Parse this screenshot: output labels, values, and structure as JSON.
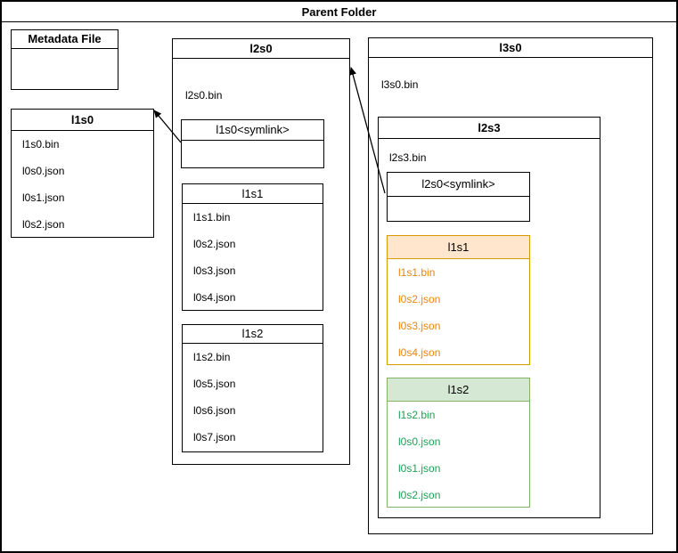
{
  "title": "Parent Folder",
  "colors": {
    "line": "#000000",
    "orange_border": "#D79B00",
    "orange_fill": "#FFE6CC",
    "orange_text": "#E8860D",
    "green_border": "#82B366",
    "green_fill": "#D5E8D4",
    "green_text": "#1FA055"
  },
  "metadata_file": {
    "title": "Metadata File"
  },
  "l1s0": {
    "title": "l1s0",
    "files": [
      "l1s0.bin",
      "l0s0.json",
      "l0s1.json",
      "l0s2.json"
    ]
  },
  "l2s0": {
    "title": "l2s0",
    "file": "l2s0.bin",
    "symlink": {
      "title": "l1s0<symlink>"
    },
    "l1s1": {
      "title": "l1s1",
      "files": [
        "l1s1.bin",
        "l0s2.json",
        "l0s3.json",
        "l0s4.json"
      ]
    },
    "l1s2": {
      "title": "l1s2",
      "files": [
        "l1s2.bin",
        "l0s5.json",
        "l0s6.json",
        "l0s7.json"
      ]
    }
  },
  "l3s0": {
    "title": "l3s0",
    "file": "l3s0.bin",
    "l2s3": {
      "title": "l2s3",
      "file": "l2s3.bin",
      "symlink": {
        "title": "l2s0<symlink>"
      },
      "l1s1": {
        "title": "l1s1",
        "files": [
          "l1s1.bin",
          "l0s2.json",
          "l0s3.json",
          "l0s4.json"
        ]
      },
      "l1s2": {
        "title": "l1s2",
        "files": [
          "l1s2.bin",
          "l0s0.json",
          "l0s1.json",
          "l0s2.json"
        ]
      }
    }
  }
}
